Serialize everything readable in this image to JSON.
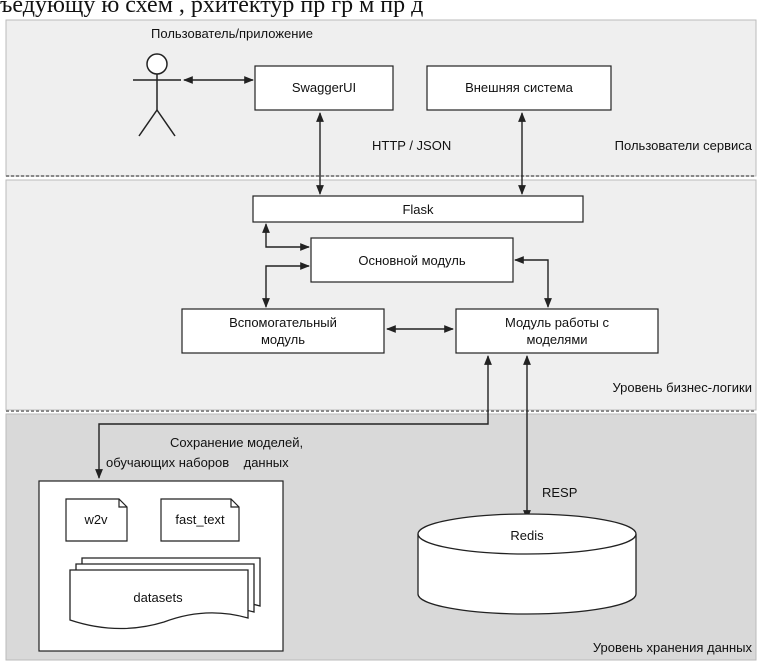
{
  "top_text_fragment": "ъедующу ю схем ,   рхитектур  пр гр  м   пр д",
  "zones": {
    "users": {
      "title": "Пользователь/приложение",
      "label": "Пользователи сервиса"
    },
    "business": {
      "label": "Уровень бизнес-логики"
    },
    "storage": {
      "label": "Уровень хранения данных"
    }
  },
  "nodes": {
    "swagger": "SwaggerUI",
    "external": "Внешняя система",
    "flask": "Flask",
    "core": "Основной модуль",
    "helper_line1": "Вспомогательный",
    "helper_line2": "модуль",
    "models_line1": "Модуль работы с",
    "models_line2": "моделями",
    "redis": "Redis"
  },
  "edge_labels": {
    "http": "HTTP / JSON",
    "resp": "RESP",
    "save_line1": "Сохранение моделей,",
    "save_line2": "обучающих наборов    данных"
  },
  "storage_items": {
    "w2v": "w2v",
    "fast_text": "fast_text",
    "datasets": "datasets"
  },
  "colors": {
    "zone_users": "#efefef",
    "zone_business": "#efefef",
    "zone_storage": "#d9d9d9",
    "box_fill": "#ffffff",
    "stroke": "#222222"
  }
}
